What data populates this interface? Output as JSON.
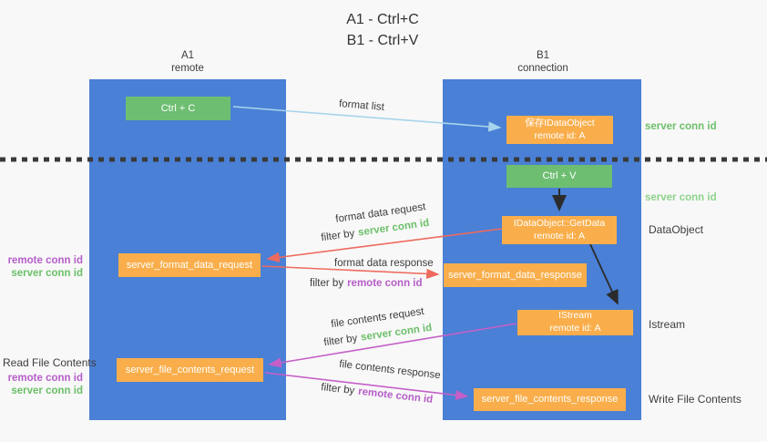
{
  "title": {
    "line1": "A1 - Ctrl+C",
    "line2": "B1 - Ctrl+V"
  },
  "lanes": {
    "left": {
      "title": "A1",
      "subtitle": "remote"
    },
    "right": {
      "title": "B1",
      "subtitle": "connection"
    }
  },
  "nodes": {
    "ctrl_c": {
      "label": "Ctrl + C"
    },
    "save_idataobject": {
      "line1": "保存IDataObject",
      "line2": "remote id: A"
    },
    "ctrl_v": {
      "label": "Ctrl + V"
    },
    "getdata": {
      "line1": "IDataObject::GetData",
      "line2": "remote id: A"
    },
    "format_request": {
      "label": "server_format_data_request"
    },
    "format_response": {
      "label": "server_format_data_response"
    },
    "istream": {
      "line1": "IStream",
      "line2": "remote id: A"
    },
    "file_request": {
      "label": "server_file_contents_request"
    },
    "file_response": {
      "label": "server_file_contents_response"
    }
  },
  "edge_labels": {
    "format_list": "format list",
    "format_data_request": "format data request",
    "format_data_response": "format data response",
    "file_contents_request": "file contents request",
    "file_contents_response": "file contents response",
    "filter_by": "filter by",
    "server_conn_id": "server conn id",
    "remote_conn_id": "remote conn id"
  },
  "side_labels": {
    "server_conn_id_top": "server conn id",
    "server_conn_id_mid": "server conn id",
    "dataobject": "DataObject",
    "istream": "Istream",
    "read_file_contents": "Read File Contents",
    "write_file_contents": "Write File Contents",
    "remote_conn_id": "remote conn id",
    "server_conn_id": "server conn id"
  },
  "colors": {
    "lane_blue": "#4A80D5",
    "box_green": "#6EBE72",
    "box_orange": "#F9AE4B",
    "arrow_red": "#EE6A5F",
    "arrow_magenta": "#C55FC8",
    "arrow_light_blue": "#A8D4EC",
    "arrow_black": "#2B2B2B",
    "label_green": "#6CBF69",
    "label_green_light": "#8ED28C",
    "label_purple": "#B55EC8"
  }
}
